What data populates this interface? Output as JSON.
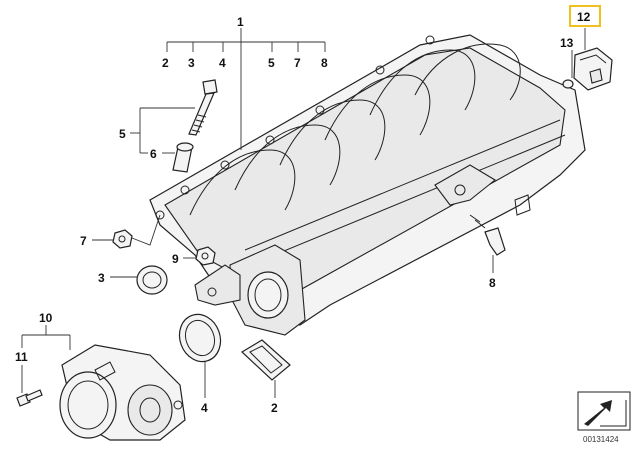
{
  "callouts": {
    "c1": "1",
    "c2a": "2",
    "c3a": "3",
    "c4a": "4",
    "c5a": "5",
    "c7a": "7",
    "c8a": "8",
    "c5b": "5",
    "c6": "6",
    "c7b": "7",
    "c3b": "3",
    "c9": "9",
    "c10": "10",
    "c11": "11",
    "c4b": "4",
    "c2b": "2",
    "c8b": "8",
    "c12": "12",
    "c13": "13"
  },
  "highlight_color": "#f0c020",
  "diagram_number": "00131424",
  "icons": {
    "corner_icon": "arrow-stamp-icon"
  }
}
